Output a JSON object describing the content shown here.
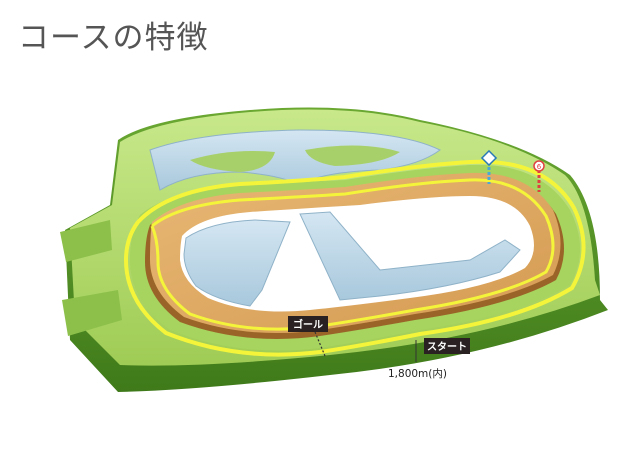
{
  "page": {
    "title": "コースの特徴"
  },
  "course": {
    "goal_label": "ゴール",
    "start_label": "スタート",
    "distance_label": "1,800m(内)",
    "marker_a": "",
    "marker_b": "6"
  },
  "colors": {
    "turf_light": "#b8dc78",
    "turf_dark": "#5e9a2a",
    "dirt": "#dca862",
    "dirt_dark": "#8a5a22",
    "rail_yellow": "#f4f53a",
    "infield_water": "#bcd6e6",
    "label_bg": "#2a2222"
  }
}
